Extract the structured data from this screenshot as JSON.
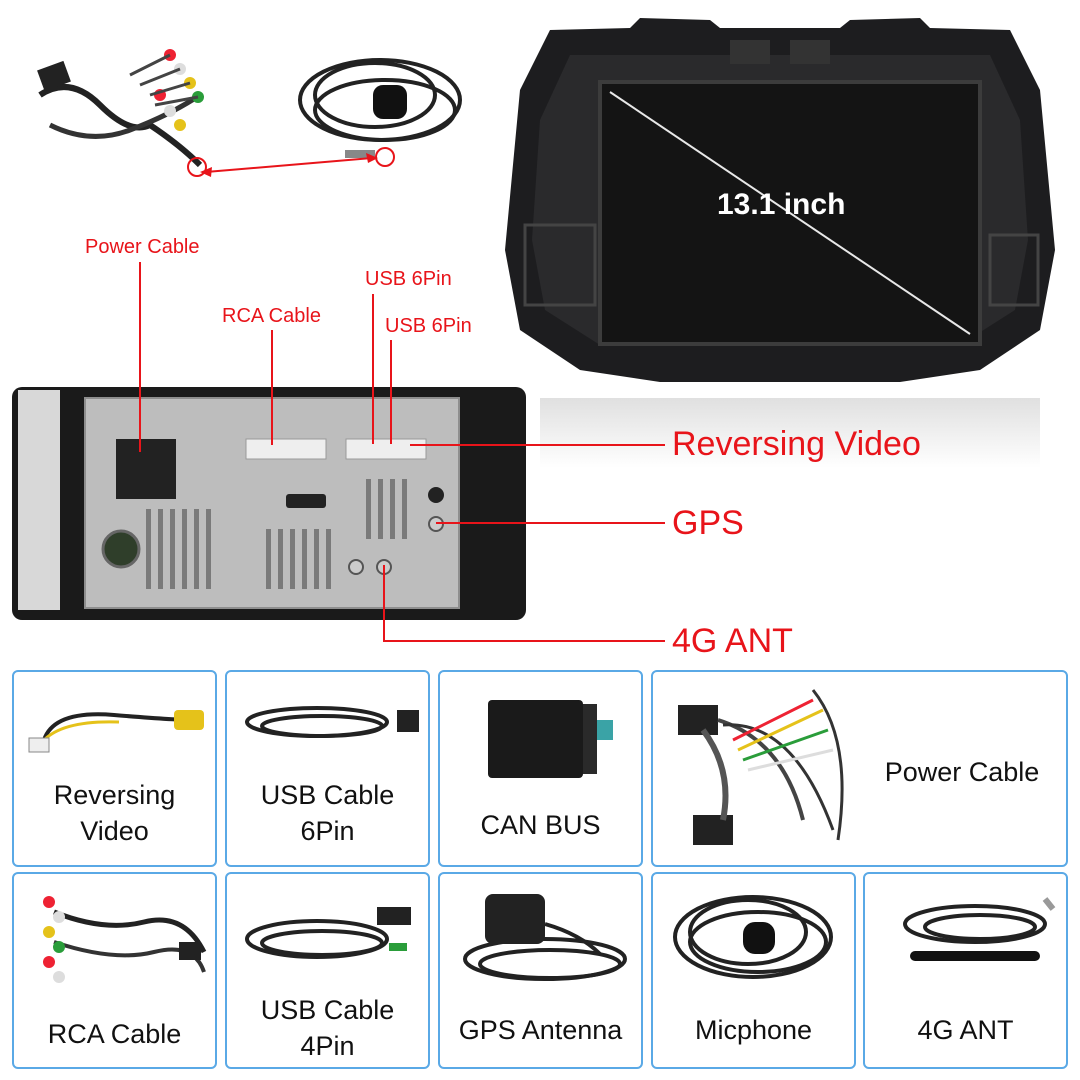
{
  "screen": {
    "size_label": "13.1 inch"
  },
  "back_panel_labels": {
    "power_cable": "Power Cable",
    "rca_cable": "RCA Cable",
    "usb_6pin_a": "USB 6Pin",
    "usb_6pin_b": "USB 6Pin",
    "reversing_video": "Reversing Video",
    "gps": "GPS",
    "ant_4g": "4G ANT"
  },
  "accessories": [
    {
      "label": "Reversing\nVideo"
    },
    {
      "label": "USB Cable\n6Pin"
    },
    {
      "label": "CAN BUS"
    },
    {
      "label": "Power Cable"
    },
    {
      "label": "RCA Cable"
    },
    {
      "label": "USB Cable\n4Pin"
    },
    {
      "label": "GPS Antenna"
    },
    {
      "label": "Micphone"
    },
    {
      "label": "4G ANT"
    }
  ],
  "colors": {
    "callout": "#e8141a",
    "card_border": "#5aa9e6"
  }
}
